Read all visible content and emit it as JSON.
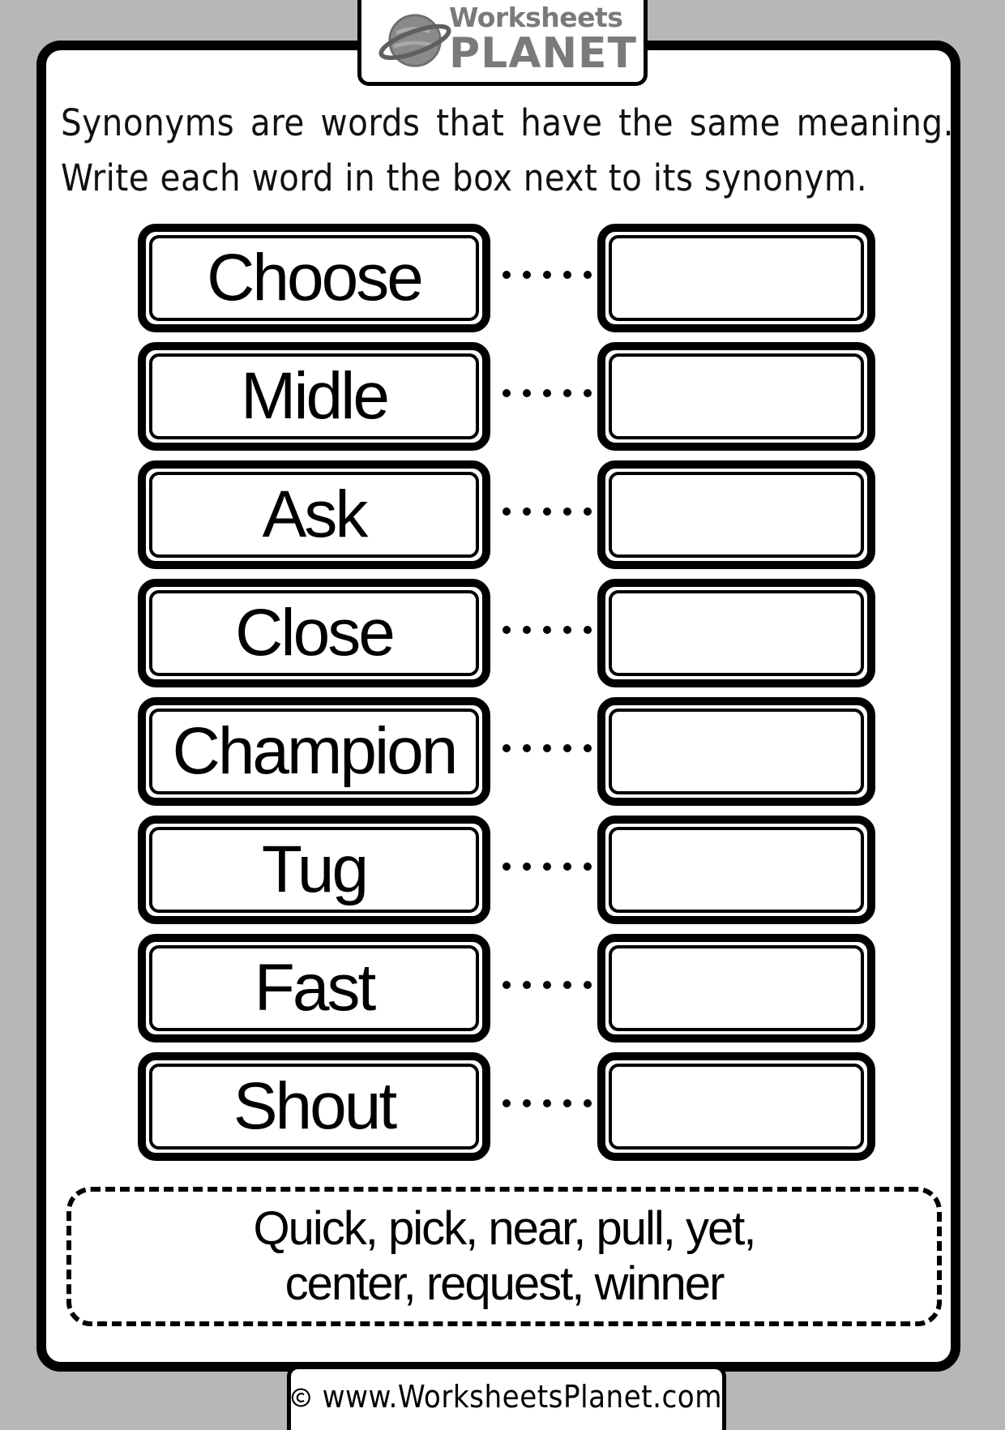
{
  "logo": {
    "line1": "Worksheets",
    "line2": "PLANET"
  },
  "instructions": {
    "line1": "Synonyms are words that have the same meaning.",
    "line2": "Write each word in the box next to its synonym."
  },
  "words": [
    "Choose",
    "Midle",
    "Ask",
    "Close",
    "Champion",
    "Tug",
    "Fast",
    "Shout"
  ],
  "word_bank": {
    "line1": "Quick, pick, near, pull, yet,",
    "line2": "center, request, winner"
  },
  "footer": {
    "url": "www.WorksheetsPlanet.com"
  },
  "colors": {
    "background": "#b7b7b7",
    "logo_gray": "#7a7a7a"
  }
}
